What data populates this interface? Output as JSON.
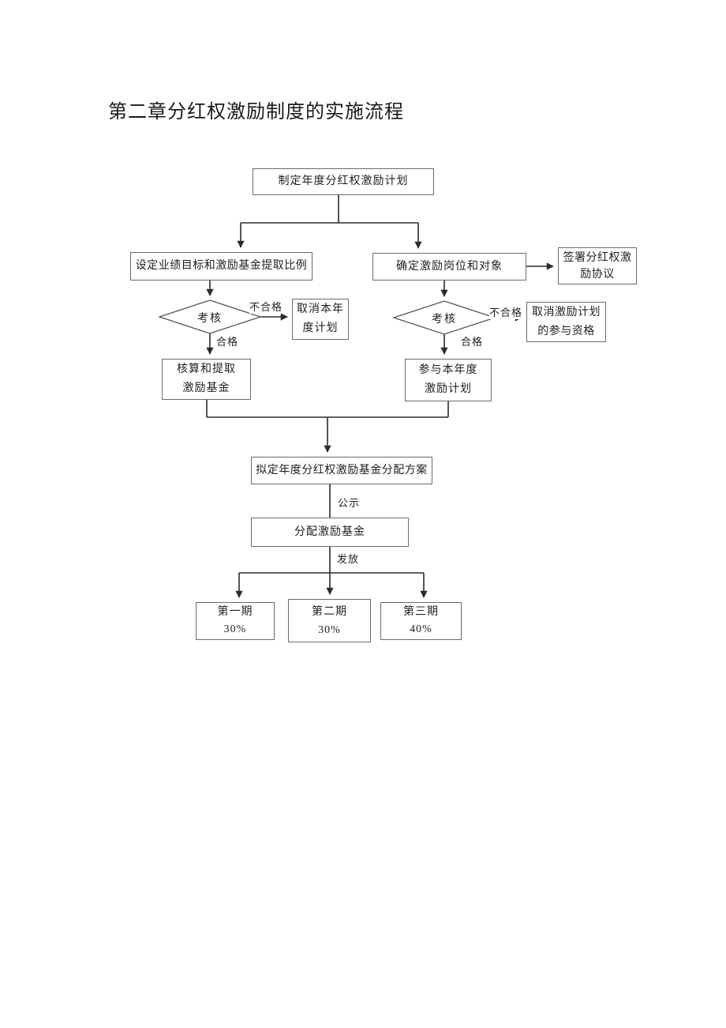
{
  "page": {
    "title": "第二章分红权激励制度的实施流程",
    "background": "#ffffff"
  },
  "colors": {
    "box_border": "#6b6b6b",
    "line": "#2b2b2b",
    "text": "#1f1f1f"
  },
  "flowchart": {
    "nodes": {
      "plan": {
        "label": "制定年度分红权激励计划"
      },
      "set_targets": {
        "label": "设定业绩目标和激励基金提取比例"
      },
      "determine_positions": {
        "label": "确定激励岗位和对象"
      },
      "sign_agreement": {
        "line1": "签署分红权激",
        "line2": "励协议"
      },
      "assessment_left": {
        "label": "考核"
      },
      "assessment_right": {
        "label": "考核"
      },
      "cancel_year_plan": {
        "line1": "取消本年",
        "line2": "度计划"
      },
      "cancel_participation": {
        "line1": "取消激励计划",
        "line2": "的参与资格"
      },
      "calc_extract_fund": {
        "line1": "核算和提取",
        "line2": "激励基金"
      },
      "join_year_plan": {
        "line1": "参与本年度",
        "line2": "激励计划"
      },
      "draft_distribution_plan": {
        "label": "拟定年度分红权激励基金分配方案"
      },
      "distribute_fund": {
        "label": "分配激励基金"
      },
      "phase1": {
        "name": "第一期",
        "percent": "30%"
      },
      "phase2": {
        "name": "第二期",
        "percent": "30%"
      },
      "phase3": {
        "name": "第三期",
        "percent": "40%"
      }
    },
    "edge_labels": {
      "fail_left": "不合格",
      "pass_left": "合格",
      "fail_right": "不合格",
      "pass_right": "合格",
      "publicity": "公示",
      "issue": "发放"
    }
  }
}
